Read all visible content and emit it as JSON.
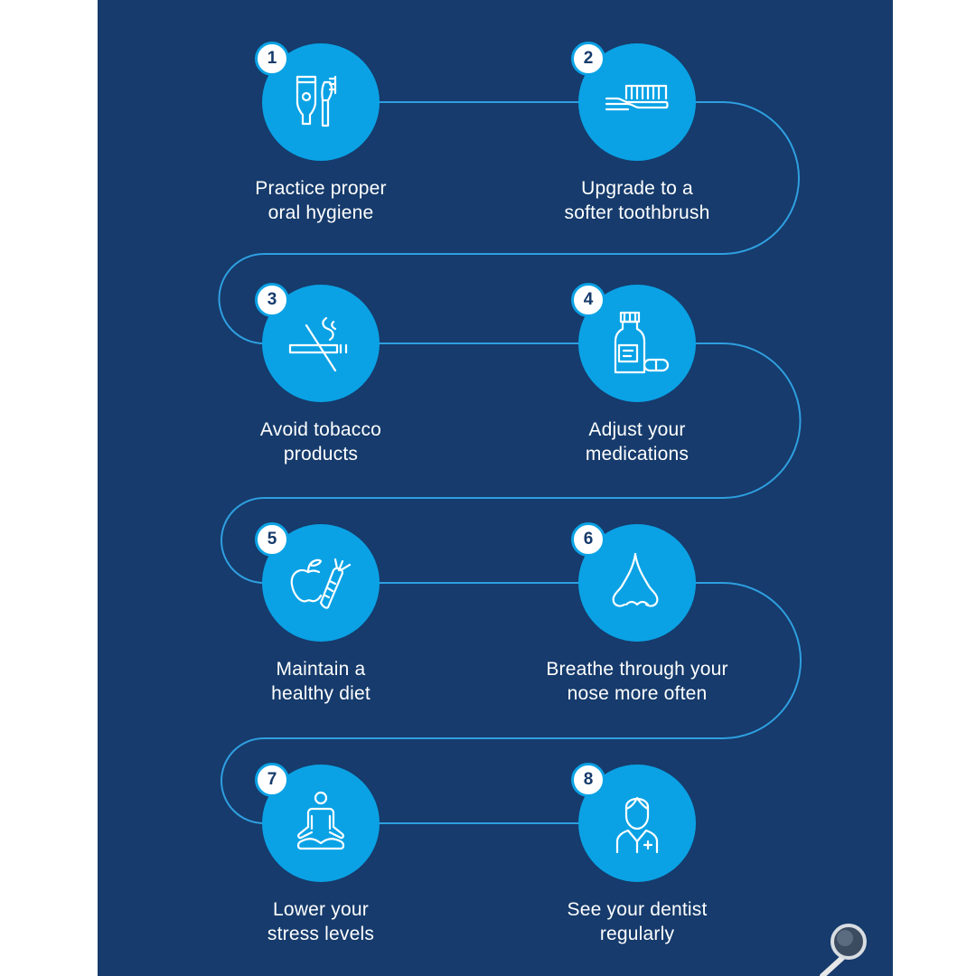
{
  "colors": {
    "background": "#163b6c",
    "circle": "#0aa2e5",
    "path_line": "#2f9fe0",
    "text": "#ffffff",
    "badge_bg": "#ffffff",
    "badge_text": "#163b6c"
  },
  "steps": [
    {
      "number": "1",
      "line1": "Practice proper",
      "line2": "oral hygiene",
      "icon": "toothpaste-and-toothbrush-icon"
    },
    {
      "number": "2",
      "line1": "Upgrade to a",
      "line2": "softer toothbrush",
      "icon": "toothbrush-icon"
    },
    {
      "number": "3",
      "line1": "Avoid tobacco",
      "line2": "products",
      "icon": "no-smoking-icon"
    },
    {
      "number": "4",
      "line1": "Adjust your",
      "line2": "medications",
      "icon": "medicine-bottle-and-pill-icon"
    },
    {
      "number": "5",
      "line1": "Maintain a",
      "line2": "healthy diet",
      "icon": "apple-and-carrot-icon"
    },
    {
      "number": "6",
      "line1": "Breathe through your",
      "line2": "nose more often",
      "icon": "nose-icon"
    },
    {
      "number": "7",
      "line1": "Lower your",
      "line2": "stress levels",
      "icon": "meditation-icon"
    },
    {
      "number": "8",
      "line1": "See your dentist",
      "line2": "regularly",
      "icon": "dentist-icon"
    }
  ],
  "decoration": {
    "icon": "dental-mirror-icon"
  }
}
